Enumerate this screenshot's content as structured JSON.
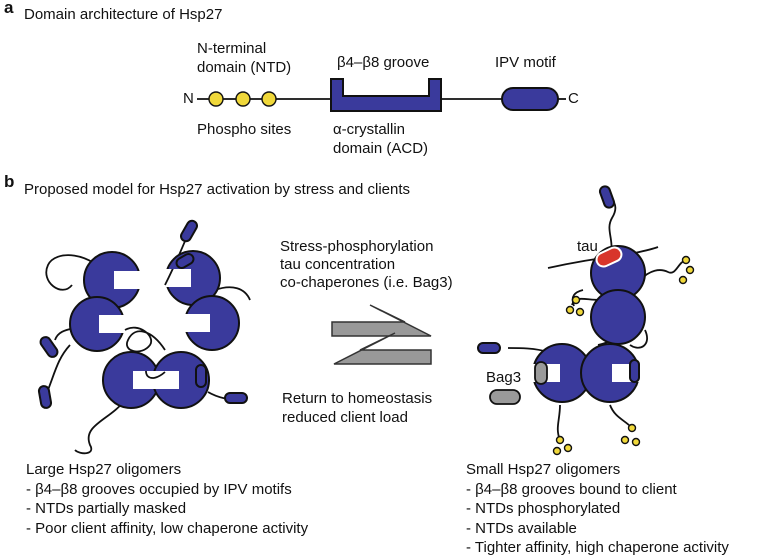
{
  "panel_a": {
    "letter": "a",
    "title": "Domain architecture of Hsp27",
    "ntd_label_1": "N-terminal",
    "ntd_label_2": "domain (NTD)",
    "groove_label": "β4–β8 groove",
    "ipv_label": "IPV motif",
    "n_term": "N",
    "c_term": "C",
    "phospho_label": "Phospho sites",
    "acd_label_1": "α-crystallin",
    "acd_label_2": "domain (ACD)"
  },
  "panel_b": {
    "letter": "b",
    "title": "Proposed model for Hsp27 activation by stress and clients",
    "forward_lines": [
      "Stress-phosphorylation",
      "tau concentration",
      "co-chaperones (i.e. Bag3)"
    ],
    "reverse_lines": [
      "Return to homeostasis",
      "reduced client load"
    ],
    "tau_label": "tau",
    "bag3_label": "Bag3",
    "large": {
      "title": "Large Hsp27 oligomers",
      "items": [
        "- β4–β8 grooves occupied by IPV motifs",
        "- NTDs partially masked",
        "- Poor client affinity, low chaperone activity"
      ]
    },
    "small": {
      "title": "Small Hsp27 oligomers",
      "items": [
        "- β4–β8 grooves bound to client",
        "- NTDs phosphorylated",
        "- NTDs available",
        "- Tighter affinity, high chaperone activity"
      ]
    }
  },
  "colors": {
    "domain_fill": "#3a3a9c",
    "phospho_fill": "#f0d83a",
    "tau_fill": "#d8352b",
    "bag3_fill": "#9a9a9a",
    "arrow_fill": "#999999"
  }
}
